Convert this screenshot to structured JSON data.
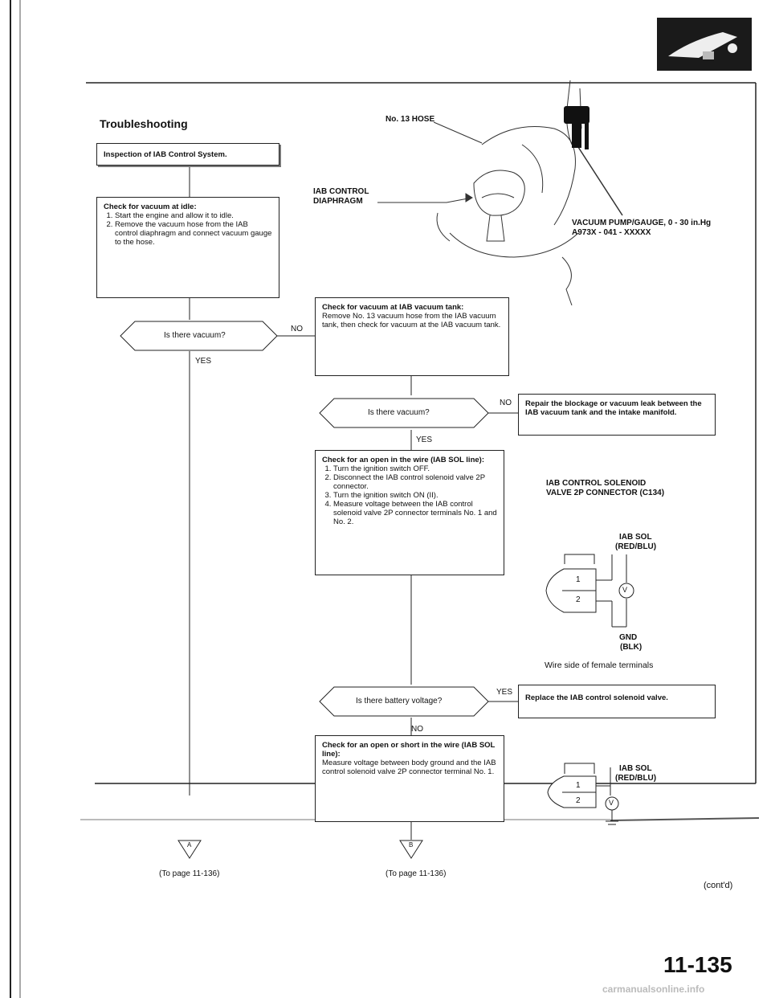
{
  "page": {
    "title": "Troubleshooting",
    "page_number": "11-135",
    "contd": "(cont'd)",
    "watermark": "carmanualsonline.info"
  },
  "diagram_labels": {
    "hose": "No. 13 HOSE",
    "diaphragm_1": "IAB CONTROL",
    "diaphragm_2": "DIAPHRAGM",
    "pump_1": "VACUUM PUMP/GAUGE, 0 - 30 in.Hg",
    "pump_2": "A973X - 041 - XXXXX",
    "connector_1": "IAB CONTROL SOLENOID",
    "connector_2": "VALVE 2P CONNECTOR (C134)",
    "sol_1": "IAB SOL",
    "sol_2": "(RED/BLU)",
    "gnd_1": "GND",
    "gnd_2": "(BLK)",
    "wire_side": "Wire side of female terminals",
    "sol2_1": "IAB SOL",
    "sol2_2": "(RED/BLU)",
    "pin1": "1",
    "pin2": "2",
    "volt": "V"
  },
  "flow": {
    "start": "Inspection of IAB Control System.",
    "check_idle_title": "Check for vacuum at idle:",
    "check_idle_steps": [
      "Start the engine and allow it to idle.",
      "Remove the vacuum hose from the IAB control diaphragm and connect vacuum gauge to the hose."
    ],
    "q1": "Is there vacuum?",
    "q1_no": "NO",
    "q1_yes": "YES",
    "tank_title": "Check for vacuum at IAB vacuum tank:",
    "tank_body": "Remove No. 13 vacuum hose from the IAB vacuum tank, then check for vacuum at the IAB vacuum tank.",
    "q2": "Is there vacuum?",
    "q2_no": "NO",
    "q2_yes": "YES",
    "repair": "Repair the blockage or vacuum leak between the IAB vacuum tank and the intake manifold.",
    "wire_title": "Check for an open in the wire (IAB SOL line):",
    "wire_steps": [
      "Turn the ignition switch OFF.",
      "Disconnect the IAB control solenoid valve 2P connector.",
      "Turn the ignition switch ON (II).",
      "Measure voltage between the IAB control solenoid valve 2P connector terminals No. 1 and No. 2."
    ],
    "q3": "Is there battery voltage?",
    "q3_yes": "YES",
    "q3_no": "NO",
    "replace": "Replace the IAB control solenoid valve.",
    "short_title": "Check for an open or short in the wire (IAB SOL line):",
    "short_body": "Measure voltage between body ground and the IAB control solenoid valve 2P connector terminal No. 1.",
    "marker_a": "A",
    "marker_b": "B",
    "to_page_a": "(To page 11-136)",
    "to_page_b": "(To page 11-136)"
  }
}
